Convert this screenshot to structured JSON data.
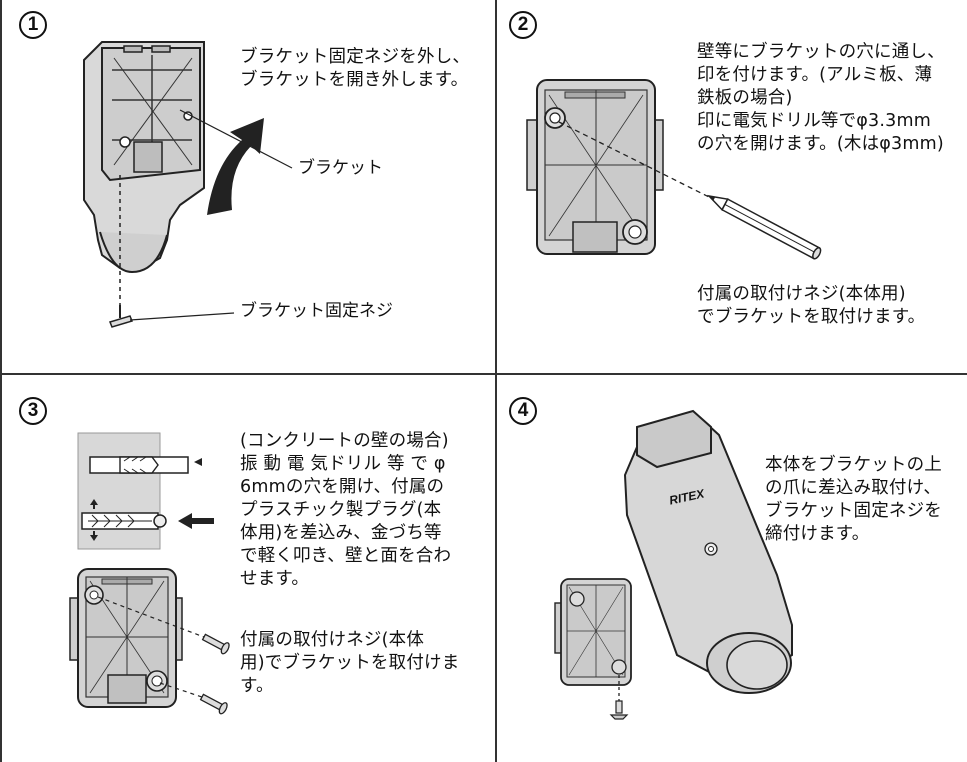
{
  "steps": [
    {
      "number": "1",
      "text": "ブラケット固定ネジを外し、\nブラケットを開き外します。",
      "labels": {
        "bracket": "ブラケット",
        "fixing_screw": "ブラケット固定ネジ"
      }
    },
    {
      "number": "2",
      "text_top": "壁等にブラケットの穴に通し、\n印を付けます。(アルミ板、薄\n鉄板の場合)\n印に電気ドリル等でφ3.3mm\nの穴を開けます。(木はφ3mm)",
      "text_bottom": "付属の取付けネジ(本体用)\nでブラケットを取付けます。"
    },
    {
      "number": "3",
      "text_top": "(コンクリートの壁の場合)\n振 動 電 気ドリル 等 で φ\n6mmの穴を開け、付属の\nプラスチック製プラグ(本\n体用)を差込み、金づち等\nで軽く叩き、壁と面を合わ\nせます。",
      "text_bottom": "付属の取付けネジ(本体\n用)でブラケットを取付けま\nす。"
    },
    {
      "number": "4",
      "text": "本体をブラケットの上\nの爪に差込み取付け、\nブラケット固定ネジを\n締付けます。",
      "brand": "RITEX"
    }
  ]
}
